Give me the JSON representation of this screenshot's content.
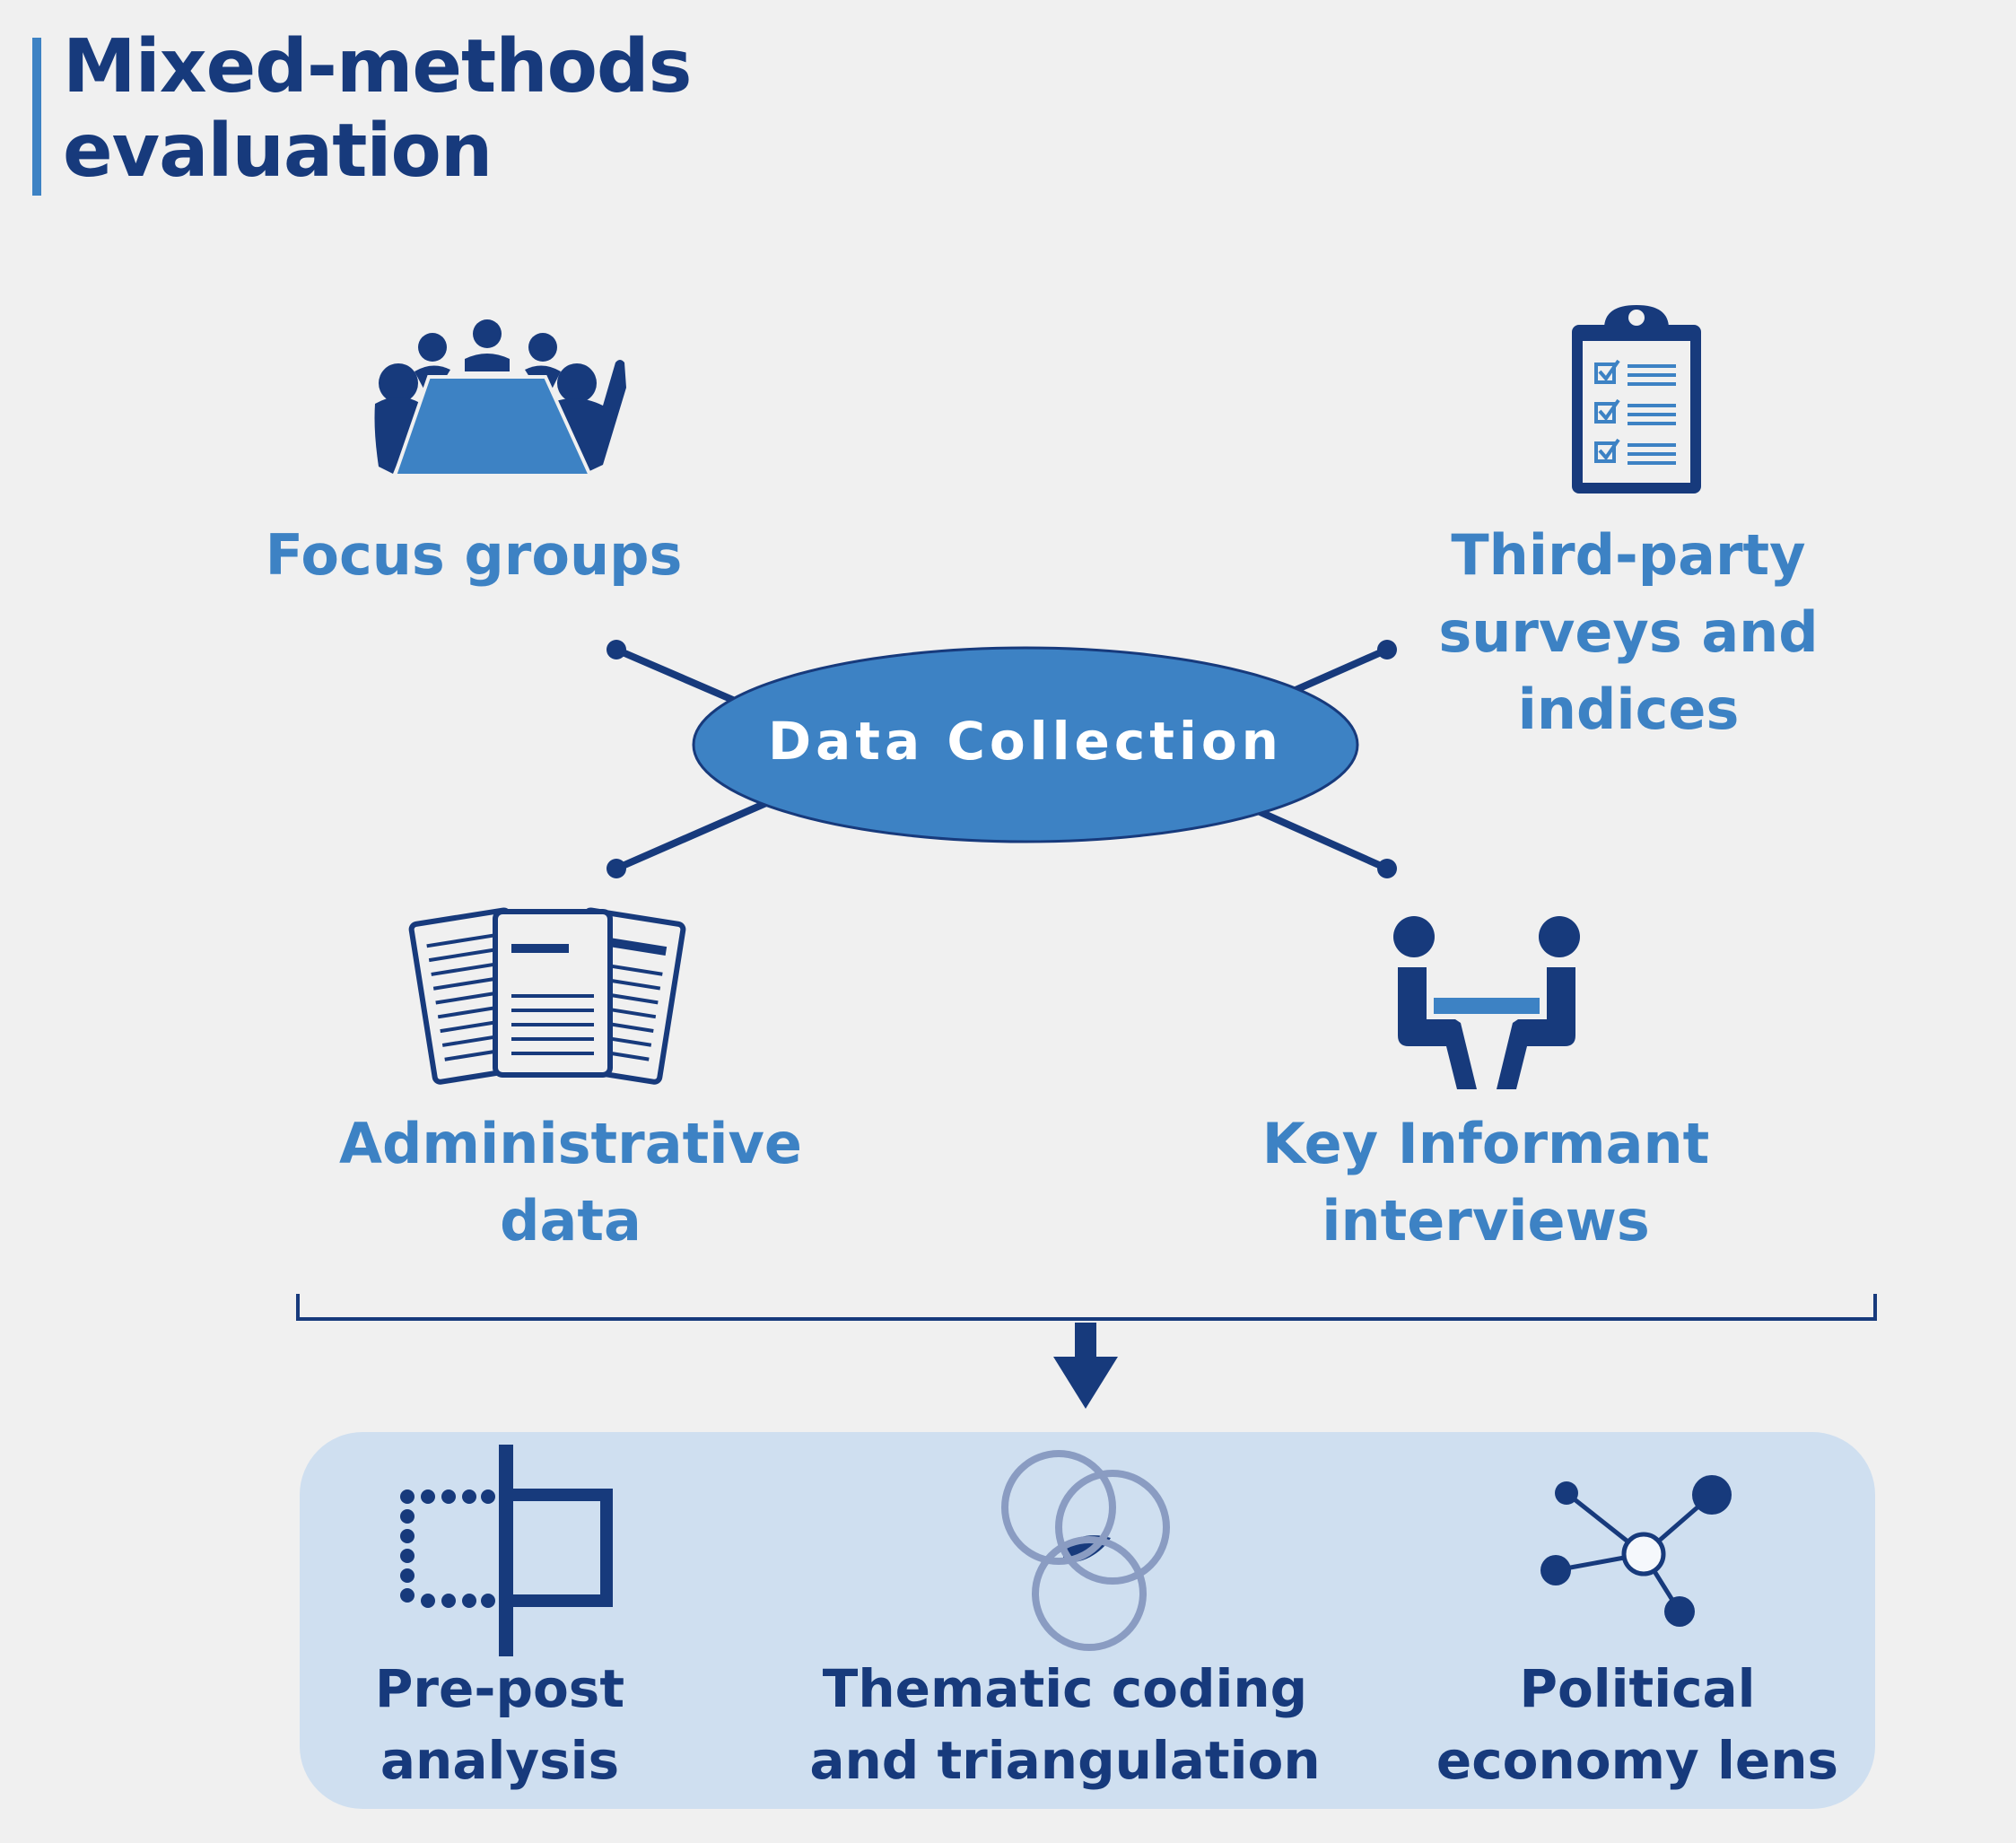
{
  "title": {
    "line1": "Mixed-methods",
    "line2": "evaluation"
  },
  "center": {
    "label": "Data Collection"
  },
  "sources": {
    "focus_groups": {
      "label": "Focus groups",
      "icon": "meeting-table-icon"
    },
    "surveys": {
      "line1": "Third-party",
      "line2": "surveys and",
      "line3": "indices",
      "icon": "clipboard-checklist-icon"
    },
    "administrative": {
      "line1": "Administrative",
      "line2": "data",
      "icon": "documents-icon"
    },
    "interviews": {
      "line1": "Key Informant",
      "line2": "interviews",
      "icon": "interview-icon"
    }
  },
  "analysis": {
    "pre_post": {
      "line1": "Pre-post",
      "line2": "analysis",
      "icon": "pre-post-icon"
    },
    "thematic": {
      "line1": "Thematic coding",
      "line2": "and triangulation",
      "icon": "venn-diagram-icon"
    },
    "political": {
      "line1": "Political",
      "line2": "economy lens",
      "icon": "network-icon"
    }
  },
  "colors": {
    "navy": "#173a7c",
    "blue": "#3d82c4",
    "panel": "#cfdff0",
    "muted": "#8a9cc2",
    "background": "#f0f0f0"
  }
}
